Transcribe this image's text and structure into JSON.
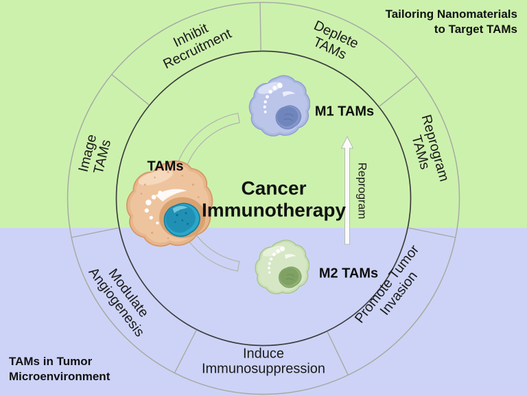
{
  "figure": {
    "top_right_title": {
      "lines": [
        "Tailoring Nanomaterials",
        "to Target TAMs"
      ]
    },
    "bottom_left_title": {
      "lines": [
        "TAMs in Tumor",
        "Microenvironment"
      ]
    },
    "center_title": {
      "lines": [
        "Cancer",
        "Immunotherapy"
      ]
    },
    "reprogram_arrow_label": "Reprogram",
    "ring_segments": [
      {
        "label": "Inhibit Recruitment",
        "lines": [
          "Inhibit",
          "Recruitment"
        ]
      },
      {
        "label": "Deplete TAMs",
        "lines": [
          "Deplete",
          "TAMs"
        ]
      },
      {
        "label": "Reprogram TAMs",
        "lines": [
          "Reprogram",
          "TAMs"
        ]
      },
      {
        "label": "Promote Tumor Invasion",
        "lines": [
          "Promote Tumor",
          "Invasion"
        ]
      },
      {
        "label": "Induce Immunosuppression",
        "lines": [
          "Induce",
          "Immunosuppression"
        ]
      },
      {
        "label": "Modulate Angiogenesis",
        "lines": [
          "Modulate",
          "Angiogenesis"
        ]
      },
      {
        "label": "Image TAMs",
        "lines": [
          "Image",
          "TAMs"
        ]
      }
    ],
    "cells": [
      {
        "id": "tams",
        "label": "TAMs"
      },
      {
        "id": "m1",
        "label": "M1 TAMs"
      },
      {
        "id": "m2",
        "label": "M2 TAMs"
      }
    ],
    "colors": {
      "top_background": "#ccf1ad",
      "bottom_background": "#cdd3f6",
      "outer_ring_line": "#a6aaa2",
      "inner_ring_line": "#3d3d3d",
      "cycle_arc_line": "#b3b6ae",
      "arrow_fill": "#fbfbf9",
      "tams_cell_body": "#e8b68b",
      "tams_cell_nucleus": "#2aa7ca",
      "m1_cell_body": "#aeb9e2",
      "m1_cell_nucleus": "#8296cb",
      "m2_cell_body": "#cadfb4",
      "m2_cell_nucleus": "#8fb073"
    }
  }
}
